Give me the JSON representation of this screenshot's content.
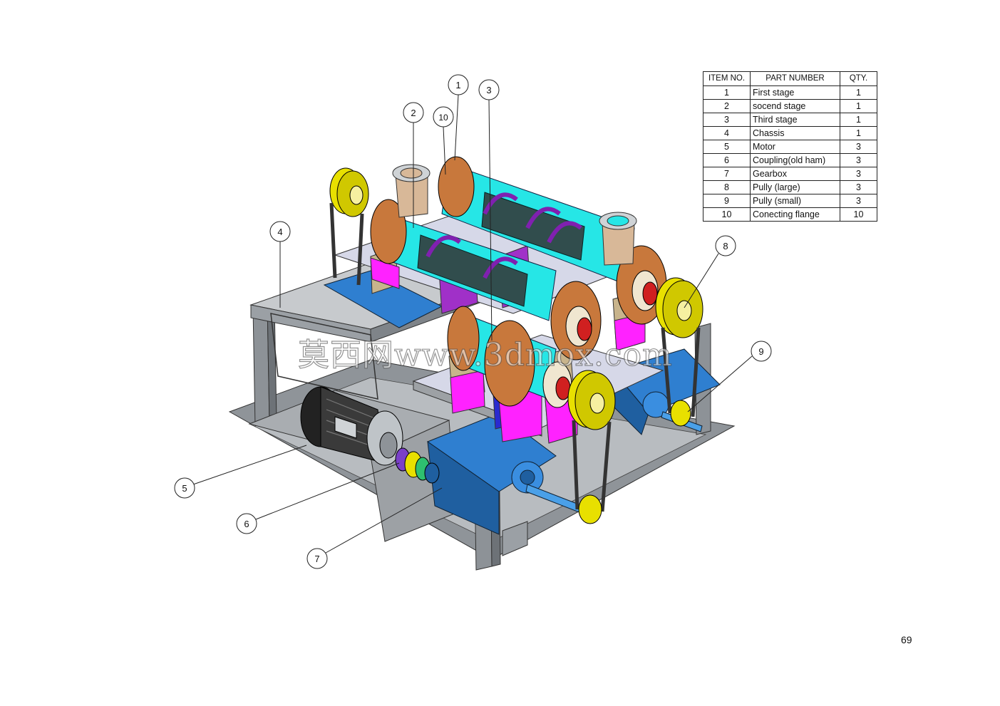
{
  "bom": {
    "headers": [
      "ITEM NO.",
      "PART NUMBER",
      "QTY."
    ],
    "rows": [
      {
        "item": "1",
        "part": "First stage",
        "qty": "1"
      },
      {
        "item": "2",
        "part": "socend stage",
        "qty": "1"
      },
      {
        "item": "3",
        "part": "Third stage",
        "qty": "1"
      },
      {
        "item": "4",
        "part": "Chassis",
        "qty": "1"
      },
      {
        "item": "5",
        "part": "Motor",
        "qty": "3"
      },
      {
        "item": "6",
        "part": "Coupling(old ham)",
        "qty": "3"
      },
      {
        "item": "7",
        "part": "Gearbox",
        "qty": "3"
      },
      {
        "item": "8",
        "part": "Pully (large)",
        "qty": "3"
      },
      {
        "item": "9",
        "part": "Pully (small)",
        "qty": "3"
      },
      {
        "item": "10",
        "part": "Conecting flange",
        "qty": "10"
      }
    ]
  },
  "balloons": {
    "b1": "1",
    "b2": "2",
    "b3": "3",
    "b4": "4",
    "b5": "5",
    "b6": "6",
    "b7": "7",
    "b8": "8",
    "b9": "9",
    "b10": "10"
  },
  "watermark": "莫西网www.3dmox.com",
  "page_number": "69",
  "colors": {
    "chassis": "#9ea3a8",
    "gearbox": "#2f7fd0",
    "drum": "#26e6e6",
    "flange": "#c8783c",
    "pulley": "#e8e000",
    "support": "#a030c8",
    "magenta": "#ff22ff",
    "plate": "#d6d8e8",
    "motor": "#2b2b2b"
  }
}
